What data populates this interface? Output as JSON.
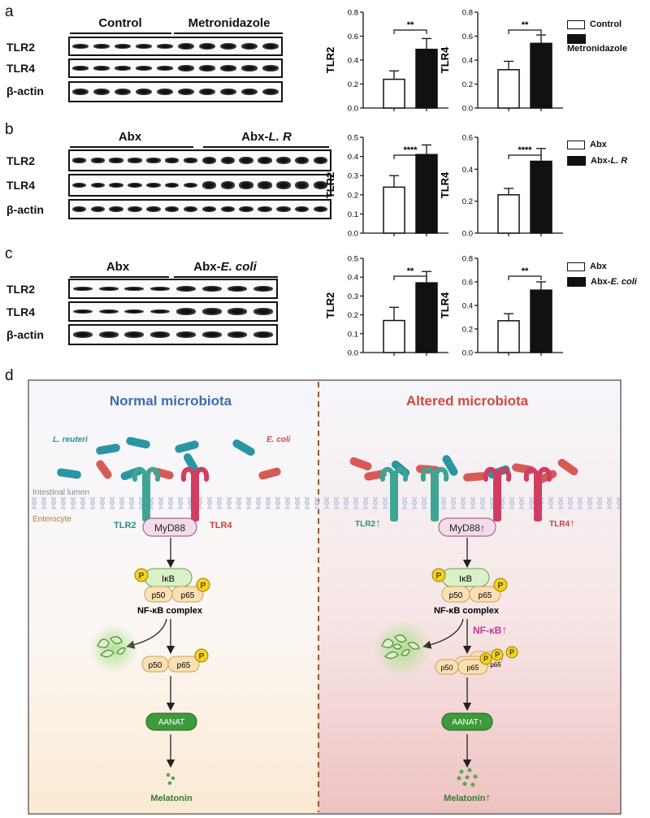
{
  "panels": [
    {
      "letter": "a",
      "groups": [
        "Control",
        "Metronidazole"
      ],
      "rows": [
        "TLR2",
        "TLR4",
        "β-actin"
      ],
      "legend": [
        "Control",
        "Metronidazole"
      ],
      "legend_italic": [
        "",
        ""
      ]
    },
    {
      "letter": "b",
      "groups": [
        "Abx",
        "Abx-"
      ],
      "group2_italic": "L. R",
      "rows": [
        "TLR2",
        "TLR4",
        "β-actin"
      ],
      "legend": [
        "Abx",
        "Abx-"
      ],
      "legend_italic": [
        "",
        "L. R"
      ]
    },
    {
      "letter": "c",
      "groups": [
        "Abx",
        "Abx-"
      ],
      "group2_italic": "E. coli",
      "rows": [
        "TLR2",
        "TLR4",
        "β-actin"
      ],
      "legend": [
        "Abx",
        "Abx-"
      ],
      "legend_italic": [
        "",
        "E. coli"
      ]
    }
  ],
  "chart_data": [
    {
      "type": "bar",
      "panel": "a",
      "ylabel": "TLR2",
      "ylim": [
        0,
        0.8
      ],
      "ticks": [
        "0.0",
        "0.2",
        "0.4",
        "0.6",
        "0.8"
      ],
      "categories": [
        "Control",
        "Metronidazole"
      ],
      "values": [
        0.24,
        0.49
      ],
      "errors": [
        0.07,
        0.09
      ],
      "significance": "**"
    },
    {
      "type": "bar",
      "panel": "a",
      "ylabel": "TLR4",
      "ylim": [
        0,
        0.8
      ],
      "ticks": [
        "0.0",
        "0.2",
        "0.4",
        "0.6",
        "0.8"
      ],
      "categories": [
        "Control",
        "Metronidazole"
      ],
      "values": [
        0.32,
        0.54
      ],
      "errors": [
        0.07,
        0.07
      ],
      "significance": "**"
    },
    {
      "type": "bar",
      "panel": "b",
      "ylabel": "TLR2",
      "ylim": [
        0,
        0.5
      ],
      "ticks": [
        "0.0",
        "0.1",
        "0.2",
        "0.3",
        "0.4",
        "0.5"
      ],
      "categories": [
        "Abx",
        "Abx-L. R"
      ],
      "values": [
        0.24,
        0.41
      ],
      "errors": [
        0.06,
        0.05
      ],
      "significance": "****"
    },
    {
      "type": "bar",
      "panel": "b",
      "ylabel": "TLR4",
      "ylim": [
        0,
        0.6
      ],
      "ticks": [
        "0.0",
        "0.2",
        "0.4",
        "0.6"
      ],
      "categories": [
        "Abx",
        "Abx-L. R"
      ],
      "values": [
        0.24,
        0.45
      ],
      "errors": [
        0.04,
        0.08
      ],
      "significance": "****"
    },
    {
      "type": "bar",
      "panel": "c",
      "ylabel": "TLR2",
      "ylim": [
        0,
        0.5
      ],
      "ticks": [
        "0.0",
        "0.1",
        "0.2",
        "0.3",
        "0.4",
        "0.5"
      ],
      "categories": [
        "Abx",
        "Abx-E. coli"
      ],
      "values": [
        0.17,
        0.37
      ],
      "errors": [
        0.07,
        0.06
      ],
      "significance": "**"
    },
    {
      "type": "bar",
      "panel": "c",
      "ylabel": "TLR4",
      "ylim": [
        0,
        0.8
      ],
      "ticks": [
        "0.0",
        "0.2",
        "0.4",
        "0.6",
        "0.8"
      ],
      "categories": [
        "Abx",
        "Abx-E. coli"
      ],
      "values": [
        0.27,
        0.53
      ],
      "errors": [
        0.06,
        0.07
      ],
      "significance": "**"
    }
  ],
  "diagram": {
    "letter": "d",
    "left_title": "Normal microbiota",
    "right_title": "Altered microbiota",
    "l_reuteri": "L. reuteri",
    "e_coli": "E. coli",
    "lumen": "Intestinal lumen",
    "enterocyte": "Enterocyte",
    "tlr2": "TLR2",
    "tlr4": "TLR4",
    "myd88": "MyD88",
    "ikb": "IκB",
    "p50": "p50",
    "p65": "p65",
    "p": "P",
    "nfkb_complex": "NF-κB complex",
    "nfkb": "NF-κB",
    "aanat": "AANAT",
    "melatonin": "Melatonin",
    "up_arrow": "↑"
  }
}
